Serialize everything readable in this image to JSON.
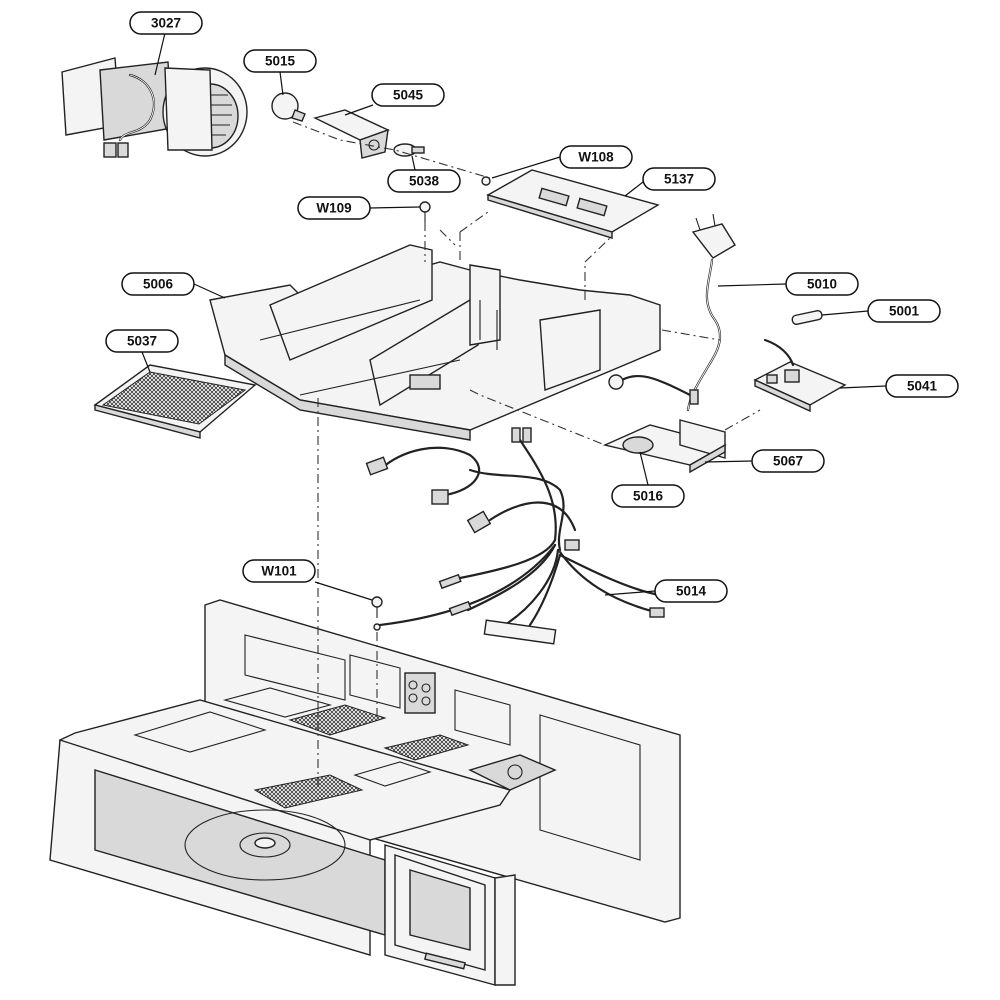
{
  "callouts": [
    {
      "id": "3027",
      "label": "3027"
    },
    {
      "id": "5015",
      "label": "5015"
    },
    {
      "id": "5045",
      "label": "5045"
    },
    {
      "id": "5038",
      "label": "5038"
    },
    {
      "id": "W108",
      "label": "W108"
    },
    {
      "id": "5137",
      "label": "5137"
    },
    {
      "id": "W109",
      "label": "W109"
    },
    {
      "id": "5006",
      "label": "5006"
    },
    {
      "id": "5010",
      "label": "5010"
    },
    {
      "id": "5001",
      "label": "5001"
    },
    {
      "id": "5037",
      "label": "5037"
    },
    {
      "id": "5041",
      "label": "5041"
    },
    {
      "id": "5067",
      "label": "5067"
    },
    {
      "id": "5016",
      "label": "5016"
    },
    {
      "id": "W101",
      "label": "W101"
    },
    {
      "id": "5014",
      "label": "5014"
    }
  ]
}
